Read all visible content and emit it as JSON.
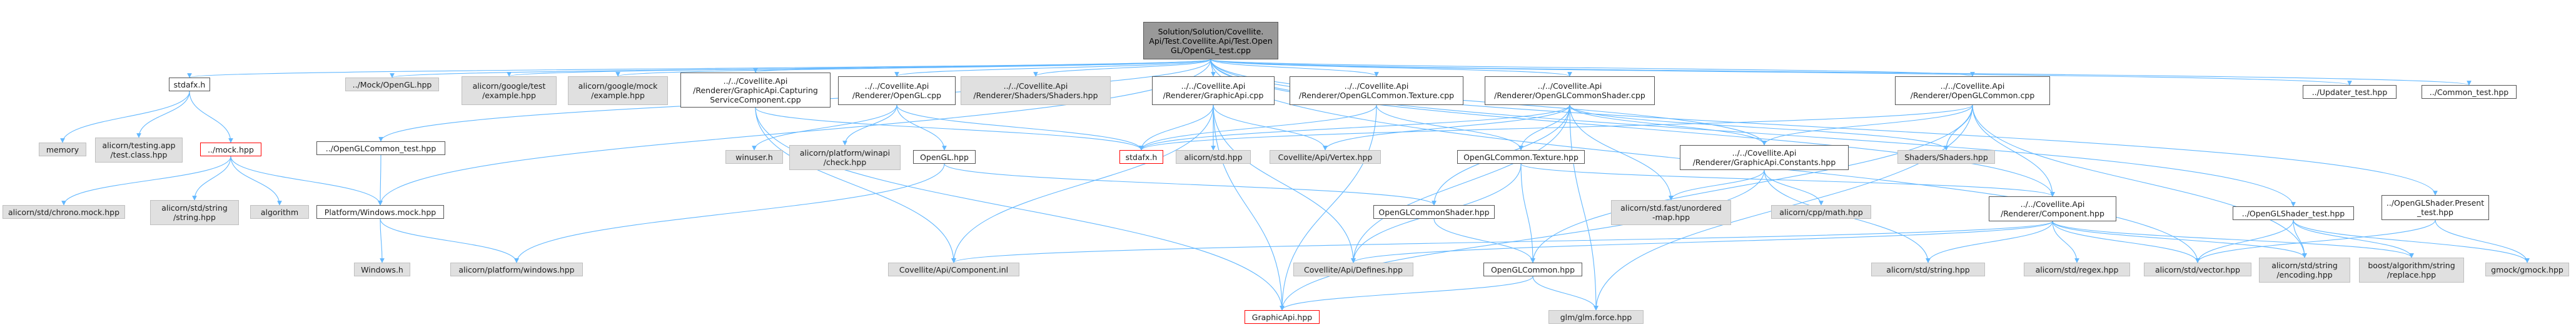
{
  "diagram": {
    "type": "include-dependency-graph",
    "edge_color": "#63b8ff",
    "arrowhead": "filled-triangle",
    "nodes": [
      {
        "id": "root",
        "label": "Solution/Solution/Covellite.\nApi/Test.Covellite.Api/Test.Open\nGL/OpenGL_test.cpp",
        "kind": "root"
      },
      {
        "id": "stdafx_top",
        "label": "stdafx.h",
        "kind": "file"
      },
      {
        "id": "mock_opengl",
        "label": "../Mock/OpenGL.hpp",
        "kind": "external"
      },
      {
        "id": "gtest_example",
        "label": "alicorn/google/test\n/example.hpp",
        "kind": "external"
      },
      {
        "id": "gmock_example",
        "label": "alicorn/google/mock\n/example.hpp",
        "kind": "external"
      },
      {
        "id": "capturing_cpp",
        "label": "../../Covellite.Api\n/Renderer/GraphicApi.Capturing\nServiceComponent.cpp",
        "kind": "file"
      },
      {
        "id": "shaders_hpp_top",
        "label": "../../Covellite.Api\n/Renderer/Shaders/Shaders.hpp",
        "kind": "external"
      },
      {
        "id": "opengl_cpp",
        "label": "../../Covellite.Api\n/Renderer/OpenGL.cpp",
        "kind": "file"
      },
      {
        "id": "graphicapi_cpp",
        "label": "../../Covellite.Api\n/Renderer/GraphicApi.cpp",
        "kind": "file"
      },
      {
        "id": "texture_cpp",
        "label": "../../Covellite.Api\n/Renderer/OpenGLCommon.Texture.cpp",
        "kind": "file"
      },
      {
        "id": "shader_cpp",
        "label": "../../Covellite.Api\n/Renderer/OpenGLCommonShader.cpp",
        "kind": "file"
      },
      {
        "id": "common_cpp",
        "label": "../../Covellite.Api\n/Renderer/OpenGLCommon.cpp",
        "kind": "file"
      },
      {
        "id": "updater_test",
        "label": "../Updater_test.hpp",
        "kind": "file"
      },
      {
        "id": "common_test_top",
        "label": "../Common_test.hpp",
        "kind": "file"
      },
      {
        "id": "memory",
        "label": "memory",
        "kind": "external"
      },
      {
        "id": "testing_app",
        "label": "alicorn/testing.app\n/test.class.hpp",
        "kind": "external"
      },
      {
        "id": "mock_hpp",
        "label": "../mock.hpp",
        "kind": "missing"
      },
      {
        "id": "oglcommon_test",
        "label": "../OpenGLCommon_test.hpp",
        "kind": "file"
      },
      {
        "id": "winuser",
        "label": "winuser.h",
        "kind": "external"
      },
      {
        "id": "winapi_check",
        "label": "alicorn/platform/winapi\n/check.hpp",
        "kind": "external"
      },
      {
        "id": "opengl_hpp",
        "label": "OpenGL.hpp",
        "kind": "file"
      },
      {
        "id": "stdafx_mid",
        "label": "stdafx.h",
        "kind": "missing"
      },
      {
        "id": "alicorn_std",
        "label": "alicorn/std.hpp",
        "kind": "external"
      },
      {
        "id": "vertex_hpp",
        "label": "Covellite/Api/Vertex.hpp",
        "kind": "external"
      },
      {
        "id": "texture_hpp",
        "label": "OpenGLCommon.Texture.hpp",
        "kind": "file"
      },
      {
        "id": "constants_hpp",
        "label": "../../Covellite.Api\n/Renderer/GraphicApi.Constants.hpp",
        "kind": "file"
      },
      {
        "id": "shaders_hpp",
        "label": "Shaders/Shaders.hpp",
        "kind": "external"
      },
      {
        "id": "chrono_mock",
        "label": "alicorn/std/chrono.mock.hpp",
        "kind": "external"
      },
      {
        "id": "std_string_mock",
        "label": "alicorn/std/string\n/string.hpp",
        "kind": "external"
      },
      {
        "id": "algorithm",
        "label": "algorithm",
        "kind": "external"
      },
      {
        "id": "windows_mock",
        "label": "Platform/Windows.mock.hpp",
        "kind": "file"
      },
      {
        "id": "oglcommonshader_hpp",
        "label": "OpenGLCommonShader.hpp",
        "kind": "file"
      },
      {
        "id": "fast_unordered",
        "label": "alicorn/std.fast/unordered\n-map.hpp",
        "kind": "external"
      },
      {
        "id": "cpp_math",
        "label": "alicorn/cpp/math.hpp",
        "kind": "external"
      },
      {
        "id": "component_hpp",
        "label": "../../Covellite.Api\n/Renderer/Component.hpp",
        "kind": "file"
      },
      {
        "id": "shader_test",
        "label": "../OpenGLShader_test.hpp",
        "kind": "file"
      },
      {
        "id": "shader_present_test",
        "label": "../OpenGLShader.Present\n_test.hpp",
        "kind": "file"
      },
      {
        "id": "windows_h",
        "label": "Windows.h",
        "kind": "external"
      },
      {
        "id": "platform_windows",
        "label": "alicorn/platform/windows.hpp",
        "kind": "external"
      },
      {
        "id": "component_inl",
        "label": "Covellite/Api/Component.inl",
        "kind": "external"
      },
      {
        "id": "defines_hpp",
        "label": "Covellite/Api/Defines.hpp",
        "kind": "external"
      },
      {
        "id": "oglcommon_hpp",
        "label": "OpenGLCommon.hpp",
        "kind": "file"
      },
      {
        "id": "std_string",
        "label": "alicorn/std/string.hpp",
        "kind": "external"
      },
      {
        "id": "std_regex",
        "label": "alicorn/std/regex.hpp",
        "kind": "external"
      },
      {
        "id": "std_vector",
        "label": "alicorn/std/vector.hpp",
        "kind": "external"
      },
      {
        "id": "string_encoding",
        "label": "alicorn/std/string\n/encoding.hpp",
        "kind": "external"
      },
      {
        "id": "boost_replace",
        "label": "boost/algorithm/string\n/replace.hpp",
        "kind": "external"
      },
      {
        "id": "gmock",
        "label": "gmock/gmock.hpp",
        "kind": "external"
      },
      {
        "id": "graphicapi_hpp",
        "label": "GraphicApi.hpp",
        "kind": "missing"
      },
      {
        "id": "glm_force",
        "label": "glm/glm.force.hpp",
        "kind": "external"
      }
    ],
    "edges": [
      [
        "root",
        "stdafx_top"
      ],
      [
        "root",
        "mock_opengl"
      ],
      [
        "root",
        "gtest_example"
      ],
      [
        "root",
        "gmock_example"
      ],
      [
        "root",
        "capturing_cpp"
      ],
      [
        "root",
        "shaders_hpp_top"
      ],
      [
        "root",
        "opengl_cpp"
      ],
      [
        "root",
        "graphicapi_cpp"
      ],
      [
        "root",
        "texture_cpp"
      ],
      [
        "root",
        "shader_cpp"
      ],
      [
        "root",
        "common_cpp"
      ],
      [
        "root",
        "updater_test"
      ],
      [
        "root",
        "common_test_top"
      ],
      [
        "root",
        "oglcommon_test"
      ],
      [
        "root",
        "windows_mock"
      ],
      [
        "root",
        "shader_test"
      ],
      [
        "root",
        "shader_present_test"
      ],
      [
        "root",
        "constants_hpp"
      ],
      [
        "root",
        "component_hpp"
      ],
      [
        "root",
        "std_vector"
      ],
      [
        "stdafx_top",
        "memory"
      ],
      [
        "stdafx_top",
        "testing_app"
      ],
      [
        "stdafx_top",
        "mock_hpp"
      ],
      [
        "mock_hpp",
        "chrono_mock"
      ],
      [
        "mock_hpp",
        "std_string_mock"
      ],
      [
        "mock_hpp",
        "algorithm"
      ],
      [
        "mock_hpp",
        "windows_mock"
      ],
      [
        "oglcommon_test",
        "windows_mock"
      ],
      [
        "windows_mock",
        "windows_h"
      ],
      [
        "windows_mock",
        "platform_windows"
      ],
      [
        "capturing_cpp",
        "stdafx_mid"
      ],
      [
        "capturing_cpp",
        "component_inl"
      ],
      [
        "capturing_cpp",
        "graphicapi_hpp"
      ],
      [
        "opengl_cpp",
        "winuser"
      ],
      [
        "opengl_cpp",
        "winapi_check"
      ],
      [
        "opengl_cpp",
        "opengl_hpp"
      ],
      [
        "opengl_cpp",
        "stdafx_mid"
      ],
      [
        "opengl_hpp",
        "platform_windows"
      ],
      [
        "opengl_hpp",
        "oglcommonshader_hpp"
      ],
      [
        "graphicapi_cpp",
        "stdafx_mid"
      ],
      [
        "graphicapi_cpp",
        "alicorn_std"
      ],
      [
        "graphicapi_cpp",
        "vertex_hpp"
      ],
      [
        "graphicapi_cpp",
        "defines_hpp"
      ],
      [
        "graphicapi_cpp",
        "component_inl"
      ],
      [
        "graphicapi_cpp",
        "graphicapi_hpp"
      ],
      [
        "texture_cpp",
        "stdafx_mid"
      ],
      [
        "texture_cpp",
        "texture_hpp"
      ],
      [
        "texture_cpp",
        "graphicapi_hpp"
      ],
      [
        "shader_cpp",
        "stdafx_mid"
      ],
      [
        "shader_cpp",
        "vertex_hpp"
      ],
      [
        "shader_cpp",
        "texture_hpp"
      ],
      [
        "shader_cpp",
        "constants_hpp"
      ],
      [
        "shader_cpp",
        "shaders_hpp"
      ],
      [
        "shader_cpp",
        "fast_unordered"
      ],
      [
        "shader_cpp",
        "oglcommonshader_hpp"
      ],
      [
        "shader_cpp",
        "glm_force"
      ],
      [
        "shader_cpp",
        "defines_hpp"
      ],
      [
        "common_cpp",
        "stdafx_mid"
      ],
      [
        "common_cpp",
        "constants_hpp"
      ],
      [
        "common_cpp",
        "shaders_hpp"
      ],
      [
        "common_cpp",
        "component_hpp"
      ],
      [
        "common_cpp",
        "oglcommon_hpp"
      ],
      [
        "common_cpp",
        "string_encoding"
      ],
      [
        "common_cpp",
        "glm_force"
      ],
      [
        "texture_hpp",
        "oglcommon_hpp"
      ],
      [
        "texture_hpp",
        "defines_hpp"
      ],
      [
        "texture_hpp",
        "component_hpp"
      ],
      [
        "constants_hpp",
        "fast_unordered"
      ],
      [
        "constants_hpp",
        "cpp_math"
      ],
      [
        "constants_hpp",
        "std_string"
      ],
      [
        "constants_hpp",
        "graphicapi_hpp"
      ],
      [
        "oglcommonshader_hpp",
        "oglcommon_hpp"
      ],
      [
        "component_hpp",
        "component_inl"
      ],
      [
        "component_hpp",
        "defines_hpp"
      ],
      [
        "component_hpp",
        "std_string"
      ],
      [
        "component_hpp",
        "std_regex"
      ],
      [
        "component_hpp",
        "std_vector"
      ],
      [
        "component_hpp",
        "string_encoding"
      ],
      [
        "component_hpp",
        "boost_replace"
      ],
      [
        "shader_test",
        "std_vector"
      ],
      [
        "shader_test",
        "string_encoding"
      ],
      [
        "shader_test",
        "boost_replace"
      ],
      [
        "shader_test",
        "gmock"
      ],
      [
        "shader_present_test",
        "std_vector"
      ],
      [
        "shader_present_test",
        "gmock"
      ],
      [
        "oglcommon_hpp",
        "graphicapi_hpp"
      ],
      [
        "oglcommon_hpp",
        "glm_force"
      ]
    ]
  }
}
